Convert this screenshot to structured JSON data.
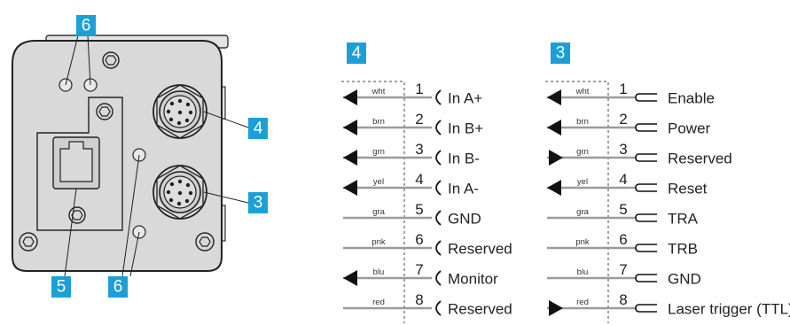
{
  "callouts": {
    "top_left": "6",
    "bottom_left": "6",
    "connector_4": "4",
    "connector_3": "3",
    "ethernet": "5",
    "table_4": "4",
    "table_3": "3"
  },
  "colors": {
    "callout": "#1b9fd6",
    "wire": "#9b9b9b",
    "housing": "#d9d9d9"
  },
  "connector_4_pins": [
    {
      "num": "1",
      "wire": "wht",
      "label": "In A+",
      "arrow": "out"
    },
    {
      "num": "2",
      "wire": "brn",
      "label": "In B+",
      "arrow": "out"
    },
    {
      "num": "3",
      "wire": "grn",
      "label": "In B-",
      "arrow": "out"
    },
    {
      "num": "4",
      "wire": "yel",
      "label": "In A-",
      "arrow": "out"
    },
    {
      "num": "5",
      "wire": "gra",
      "label": "GND",
      "arrow": "none"
    },
    {
      "num": "6",
      "wire": "pnk",
      "label": "Reserved",
      "arrow": "none"
    },
    {
      "num": "7",
      "wire": "blu",
      "label": "Monitor",
      "arrow": "out"
    },
    {
      "num": "8",
      "wire": "red",
      "label": "Reserved",
      "arrow": "none"
    }
  ],
  "connector_3_pins": [
    {
      "num": "1",
      "wire": "wht",
      "label": "Enable",
      "arrow": "out"
    },
    {
      "num": "2",
      "wire": "brn",
      "label": "Power",
      "arrow": "out"
    },
    {
      "num": "3",
      "wire": "grn",
      "label": "Reserved",
      "arrow": "in"
    },
    {
      "num": "4",
      "wire": "yel",
      "label": "Reset",
      "arrow": "out"
    },
    {
      "num": "5",
      "wire": "gra",
      "label": "TRA",
      "arrow": "none"
    },
    {
      "num": "6",
      "wire": "pnk",
      "label": "TRB",
      "arrow": "none"
    },
    {
      "num": "7",
      "wire": "blu",
      "label": "GND",
      "arrow": "none"
    },
    {
      "num": "8",
      "wire": "red",
      "label": "Laser trigger (TTL)",
      "arrow": "in"
    }
  ]
}
